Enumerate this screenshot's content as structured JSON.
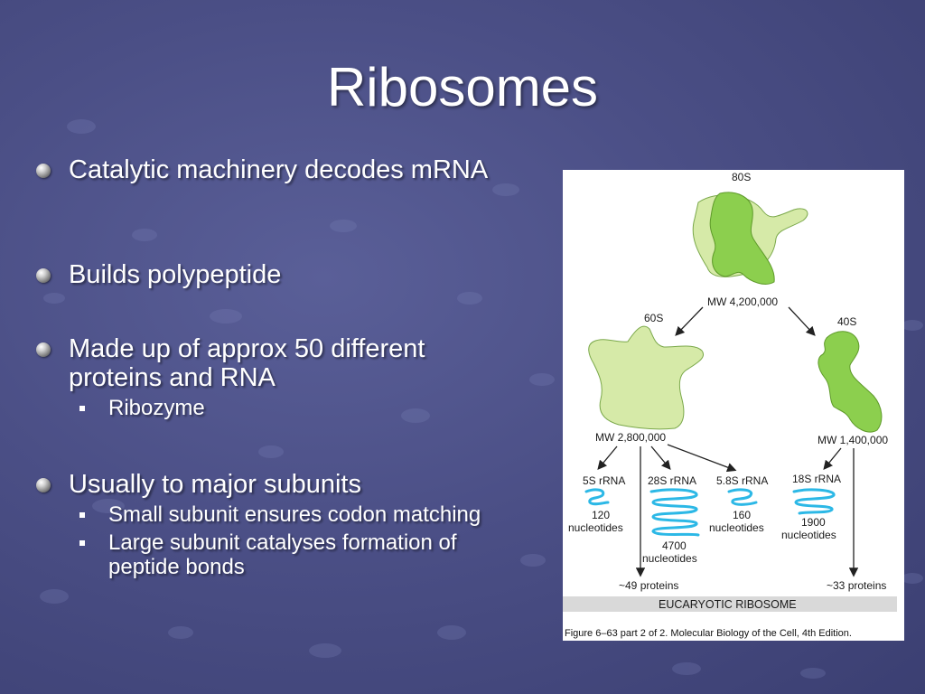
{
  "slide": {
    "title": "Ribosomes",
    "bullets": [
      {
        "text": "Catalytic machinery decodes mRNA",
        "subs": []
      },
      {
        "text": "Builds polypeptide",
        "subs": []
      },
      {
        "text": "Made up of approx 50 different proteins and RNA",
        "subs": [
          "Ribozyme"
        ]
      },
      {
        "text": "Usually to major subunits",
        "subs": [
          "Small subunit ensures codon matching",
          "Large subunit catalyses formation of peptide bonds"
        ]
      }
    ]
  },
  "figure": {
    "whole": {
      "name": "80S",
      "mw": "MW 4,200,000"
    },
    "large": {
      "name": "60S",
      "mw": "MW 2,800,000"
    },
    "small": {
      "name": "40S",
      "mw": "MW 1,400,000"
    },
    "rnas": [
      {
        "name": "5S rRNA",
        "nucleotides": "120",
        "unit": "nucleotides"
      },
      {
        "name": "28S rRNA",
        "nucleotides": "4700",
        "unit": "nucleotides"
      },
      {
        "name": "5.8S rRNA",
        "nucleotides": "160",
        "unit": "nucleotides"
      },
      {
        "name": "18S rRNA",
        "nucleotides": "1900",
        "unit": "nucleotides"
      }
    ],
    "large_proteins": "~49 proteins",
    "small_proteins": "~33 proteins",
    "banner": "EUCARYOTIC RIBOSOME",
    "caption": "Figure 6–63 part 2 of 2. Molecular Biology of the Cell, 4th Edition.",
    "colors": {
      "light_green": "#d6eaa8",
      "dark_green": "#8ccf4e",
      "rna_blue": "#2cb8e6",
      "banner_bg": "#d9d9d9"
    }
  }
}
